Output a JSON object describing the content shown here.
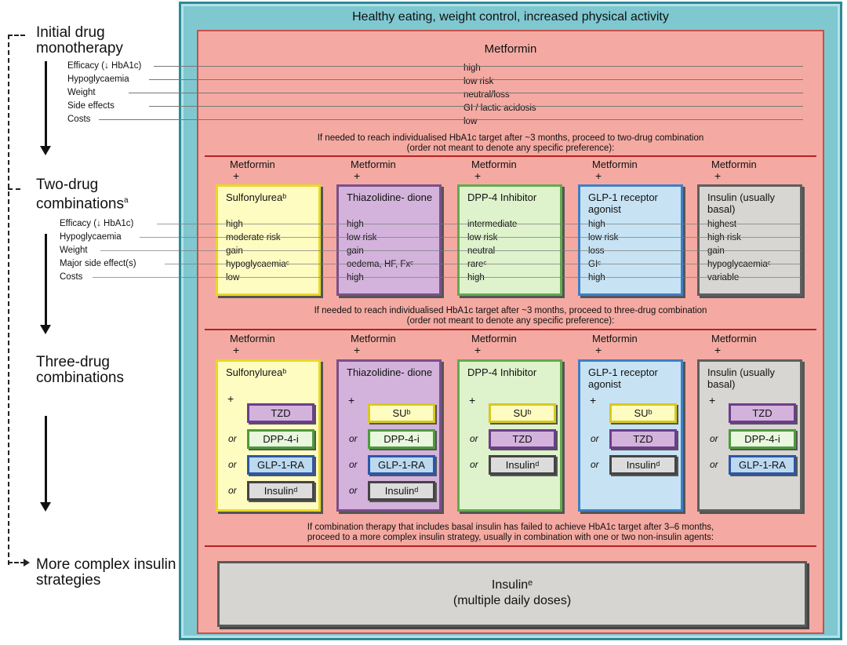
{
  "stages": [
    "Initial drug monotherapy",
    "Two-drug combinations",
    "Three-drug combinations",
    "More complex insulin strategies"
  ],
  "stage_two_sup": "a",
  "criteria_mono": [
    "Efficacy (↓ HbA1c)",
    "Hypoglycaemia",
    "Weight",
    "Side effects",
    "Costs"
  ],
  "criteria_dual": [
    "Efficacy (↓ HbA1c)",
    "Hypoglycaemia",
    "Weight",
    "Major side effect(s)",
    "Costs"
  ],
  "frame_title": "Healthy eating, weight control, increased physical activity",
  "mono": {
    "title": "Metformin",
    "values": [
      "high",
      "low risk",
      "neutral/loss",
      "GI / lactic acidosis",
      "low"
    ],
    "note_line1": "If needed to reach individualised HbA1c target after ~3 months, proceed to two-drug combination",
    "note_line2": "(order not meant to denote any specific preference):"
  },
  "base_drug": "Metformin",
  "plus_sign": "+",
  "dual": [
    {
      "name": "Sulfonylureaᵇ",
      "values": [
        "high",
        "moderate risk",
        "gain",
        "hypoglycaemiaᶜ",
        "low"
      ]
    },
    {
      "name": "Thiazolidine- dione",
      "values": [
        "high",
        "low risk",
        "gain",
        "oedema, HF, Fxᶜ",
        "high"
      ]
    },
    {
      "name": "DPP-4 Inhibitor",
      "values": [
        "intermediate",
        "low risk",
        "neutral",
        "rareᶜ",
        "high"
      ]
    },
    {
      "name": "GLP-1 receptor agonist",
      "values": [
        "high",
        "low risk",
        "loss",
        "GIᶜ",
        "high"
      ]
    },
    {
      "name": "Insulin (usually basal)",
      "values": [
        "highest",
        "high risk",
        "gain",
        "hypoglycaemiaᶜ",
        "variable"
      ]
    }
  ],
  "dual_note_line1": "If needed to reach individualised HbA1c target after ~3 months, proceed to three-drug combination",
  "dual_note_line2": "(order not meant to denote any specific preference):",
  "triple": [
    {
      "name": "Sulfonylureaᵇ",
      "options": [
        "TZD",
        "DPP-4-i",
        "GLP-1-RA",
        "Insulinᵈ"
      ]
    },
    {
      "name": "Thiazolidine- dione",
      "options": [
        "SUᵇ",
        "DPP-4-i",
        "GLP-1-RA",
        "Insulinᵈ"
      ]
    },
    {
      "name": "DPP-4 Inhibitor",
      "options": [
        "SUᵇ",
        "TZD",
        "Insulinᵈ"
      ]
    },
    {
      "name": "GLP-1 receptor agonist",
      "options": [
        "SUᵇ",
        "TZD",
        "Insulinᵈ"
      ]
    },
    {
      "name": "Insulin (usually basal)",
      "options": [
        "TZD",
        "DPP-4-i",
        "GLP-1-RA"
      ]
    }
  ],
  "or_word": "or",
  "final_note_line1": "If combination therapy that includes basal insulin has failed to achieve HbA1c target after 3–6 months,",
  "final_note_line2": "proceed to a more complex insulin strategy, usually in combination with one or two non-insulin agents:",
  "final_box_line1": "Insulinᵉ",
  "final_box_line2": "(multiple daily doses)",
  "colors": {
    "outer_frame": "#7fc8d0",
    "inner_panel": "#f4aaa2",
    "divider": "#b82020",
    "sulfonylurea": "#fffcc2",
    "thiazolidinedione": "#d3b3dc",
    "dpp4": "#def2cc",
    "glp1": "#c7e3f3",
    "insulin": "#d8d6d2"
  }
}
